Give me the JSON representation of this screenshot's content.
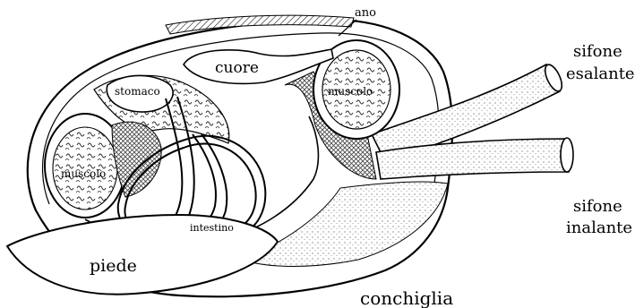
{
  "diagram": {
    "labels": {
      "ano": "ano",
      "cuore": "cuore",
      "stomaco": "stomaco",
      "muscolo_right": "muscolo",
      "muscolo_left": "muscolo",
      "intestino": "intestino",
      "piede": "piede",
      "conchiglia": "conchiglia",
      "sifone_esalante": [
        "sifone",
        "esalante"
      ],
      "sifone_inalante": [
        "sifone",
        "inalante"
      ]
    }
  }
}
